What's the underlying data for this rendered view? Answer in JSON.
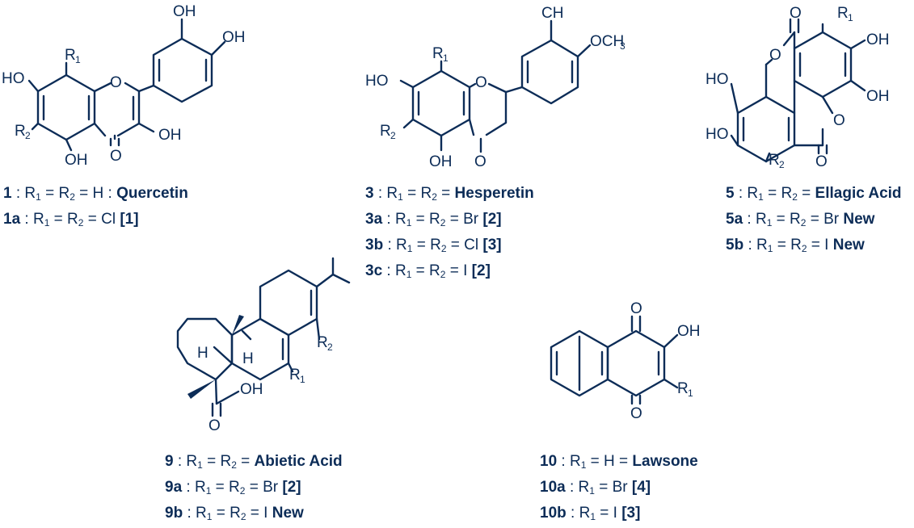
{
  "colors": {
    "ink": "#0c2c57",
    "background": "#ffffff"
  },
  "atoms": {
    "quercetin": {
      "oh_top": "OH",
      "oh_right": "OH",
      "ho_left": "HO",
      "r1": "R",
      "r1_sub": "1",
      "r2": "R",
      "r2_sub": "2",
      "oh_3": "OH",
      "oh_5": "OH",
      "o_ring": "O",
      "o_keto": "O"
    },
    "hesperetin": {
      "ch": "CH",
      "och3": "OCH",
      "och3_sub": "3",
      "r1": "R",
      "r1_sub": "1",
      "ho_left": "HO",
      "r2": "R",
      "r2_sub": "2",
      "o_ring": "O",
      "oh_5": "OH",
      "o_keto": "O"
    },
    "ellagic": {
      "o_top": "O",
      "r1": "R",
      "r1_sub": "1",
      "oh_1": "OH",
      "oh_2": "OH",
      "o_ring_1": "O",
      "ho_1": "HO",
      "ho_2": "HO",
      "o_ring_2": "O",
      "r2": "R",
      "r2_sub": "2",
      "o_bottom": "O"
    },
    "abietic": {
      "r2": "R",
      "r2_sub": "2",
      "r1": "R",
      "r1_sub": "1",
      "h_1": "H",
      "h_2": "H",
      "oh": "OH",
      "o": "O"
    },
    "lawsone": {
      "o_top": "O",
      "oh": "OH",
      "r1": "R",
      "r1_sub": "1",
      "o_bottom": "O"
    }
  },
  "captions": {
    "quercetin": [
      {
        "id": "1",
        "rest": " : R",
        "s1": "1",
        "mid": " = R",
        "s2": "2",
        "tail": " = H : ",
        "name": "Quercetin"
      },
      {
        "id": "1a",
        "rest": " : R",
        "s1": "1",
        "mid": " = R",
        "s2": "2",
        "tail": " = Cl ",
        "name": "[1]"
      }
    ],
    "hesperetin": [
      {
        "id": "3",
        "rest": " : R",
        "s1": "1",
        "mid": " = R",
        "s2": "2",
        "tail": " = ",
        "name": "Hesperetin"
      },
      {
        "id": "3a",
        "rest": " : R",
        "s1": "1",
        "mid": " = R",
        "s2": "2",
        "tail": " = Br ",
        "name": "[2]"
      },
      {
        "id": "3b",
        "rest": " : R",
        "s1": "1",
        "mid": " = R",
        "s2": "2",
        "tail": " = Cl ",
        "name": "[3]"
      },
      {
        "id": "3c",
        "rest": " : R",
        "s1": "1",
        "mid": " = R",
        "s2": "2",
        "tail": " = I ",
        "name": "[2]"
      }
    ],
    "ellagic": [
      {
        "id": "5",
        "rest": " : R",
        "s1": "1",
        "mid": " = R",
        "s2": "2",
        "tail": " = ",
        "name": "Ellagic Acid"
      },
      {
        "id": "5a",
        "rest": " : R",
        "s1": "1",
        "mid": " = R",
        "s2": "2",
        "tail": " = Br ",
        "name": "New"
      },
      {
        "id": "5b",
        "rest": " : R",
        "s1": "1",
        "mid": " = R",
        "s2": "2",
        "tail": " = I ",
        "name": "New"
      }
    ],
    "abietic": [
      {
        "id": "9",
        "rest": " : R",
        "s1": "1",
        "mid": " = R",
        "s2": "2",
        "tail": " = ",
        "name": "Abietic Acid"
      },
      {
        "id": "9a",
        "rest": " : R",
        "s1": "1",
        "mid": " = R",
        "s2": "2",
        "tail": " = Br ",
        "name": "[2]"
      },
      {
        "id": "9b",
        "rest": " : R",
        "s1": "1",
        "mid": " = R",
        "s2": "2",
        "tail": " = I ",
        "name": "New"
      }
    ],
    "lawsone": [
      {
        "id": "10",
        "rest": " : R",
        "s1": "1",
        "mid": "",
        "s2": "",
        "tail": " = H = ",
        "name": "Lawsone"
      },
      {
        "id": "10a",
        "rest": " : R",
        "s1": "1",
        "mid": "",
        "s2": "",
        "tail": " = Br ",
        "name": "[4]"
      },
      {
        "id": "10b",
        "rest": " : R",
        "s1": "1",
        "mid": "",
        "s2": "",
        "tail": " = I ",
        "name": "[3]"
      }
    ]
  }
}
